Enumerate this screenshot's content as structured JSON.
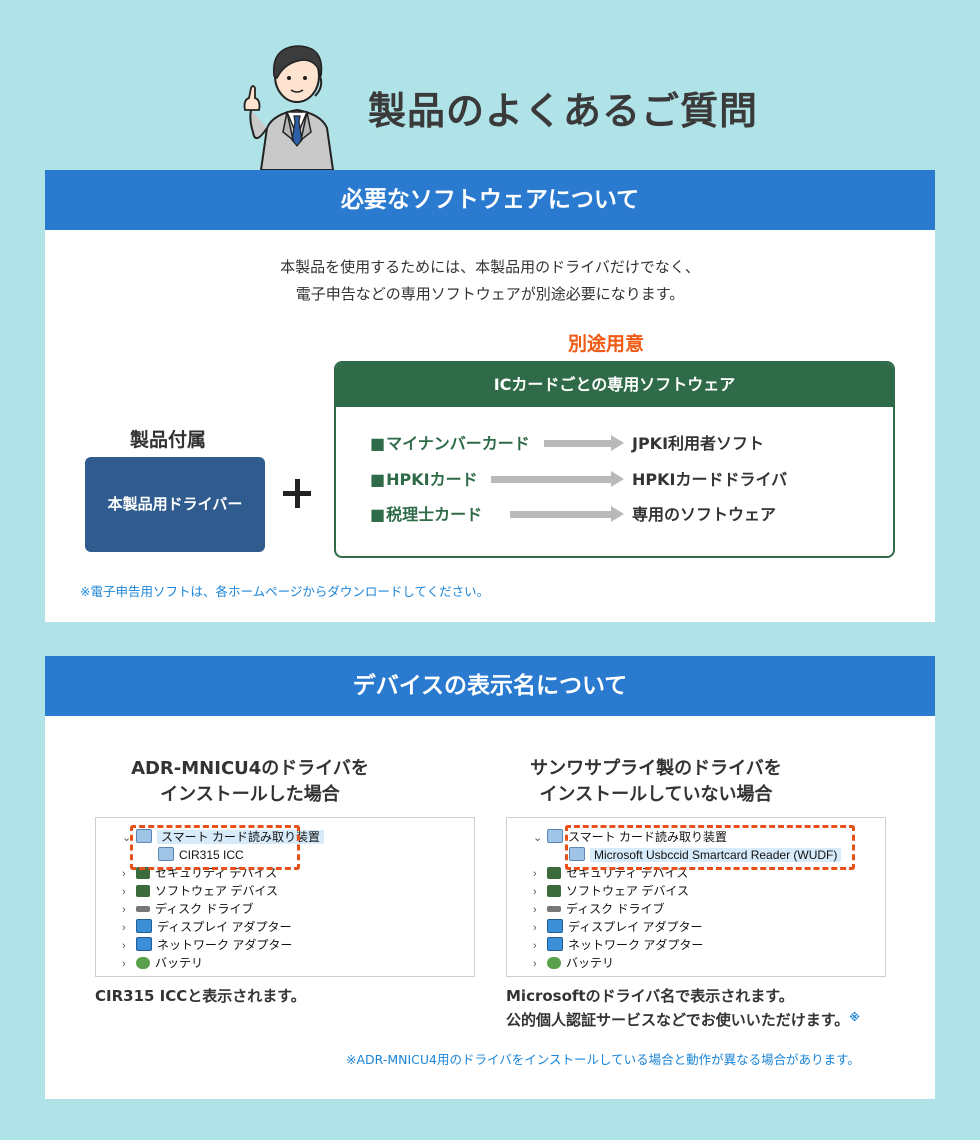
{
  "page_title": "製品のよくあるご質問",
  "section1": {
    "title": "必要なソフトウェアについて",
    "intro_line1": "本製品を使用するためには、本製品用のドライバだけでなく、",
    "intro_line2": "電子申告などの専用ソフトウェアが別途必要になります。",
    "included_label": "製品付属",
    "driver_box": "本製品用ドライバー",
    "separate_label": "別途用意",
    "software_box_title": "ICカードごとの専用ソフトウェア",
    "rows": [
      {
        "card": "マイナンバーカード",
        "software": "JPKI利用者ソフト"
      },
      {
        "card": "HPKIカード",
        "software": "HPKIカードドライバ"
      },
      {
        "card": "税理士カード",
        "software": "専用のソフトウェア"
      }
    ],
    "note": "※電子申告用ソフトは、各ホームページからダウンロードしてください。"
  },
  "section2": {
    "title": "デバイスの表示名について",
    "left": {
      "title_line1": "ADR-MNICU4のドライバを",
      "title_line2": "インストールした場合",
      "tree": {
        "group": "スマート カード読み取り装置",
        "child": "CIR315  ICC",
        "items": [
          "セキュリティ デバイス",
          "ソフトウェア デバイス",
          "ディスク ドライブ",
          "ディスプレイ アダプター",
          "ネットワーク アダプター",
          "バッテリ"
        ]
      },
      "caption": "CIR315 ICCと表示されます。"
    },
    "right": {
      "title_line1": "サンワサプライ製のドライバを",
      "title_line2": "インストールしていない場合",
      "tree": {
        "group": "スマート カード読み取り装置",
        "child": "Microsoft Usbccid Smartcard Reader (WUDF)",
        "items": [
          "セキュリティ デバイス",
          "ソフトウェア デバイス",
          "ディスク ドライブ",
          "ディスプレイ アダプター",
          "ネットワーク アダプター",
          "バッテリ"
        ]
      },
      "caption_line1": "Microsoftのドライバ名で表示されます。",
      "caption_line2": "公的個人認証サービスなどでお使いいただけます。",
      "caption_mark": "※"
    },
    "note": "※ADR-MNICU4用のドライバをインストールしている場合と動作が異なる場合があります。"
  },
  "colors": {
    "background": "#b0e3e8",
    "section_bar": "#2a7bd0",
    "driver_box": "#2f5b8f",
    "software_green": "#2f6b48",
    "accent_orange": "#f05a14",
    "note_blue": "#1b85d8",
    "dashed_highlight": "#e8501a"
  }
}
